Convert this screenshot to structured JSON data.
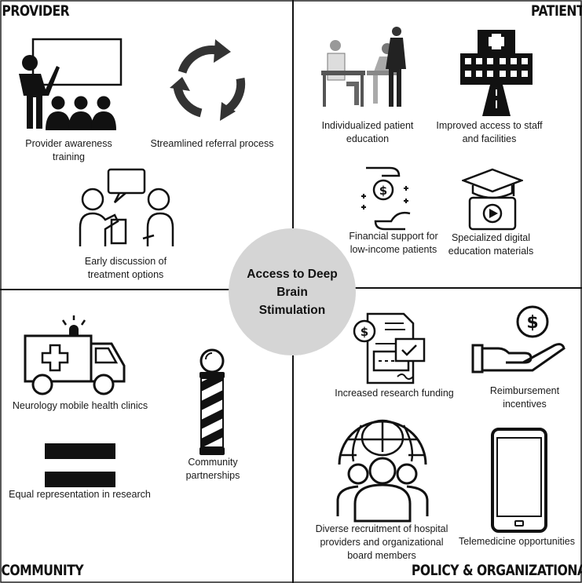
{
  "quadrants": {
    "provider": {
      "title": "PROVIDER",
      "items": [
        "Provider awareness training",
        "Streamlined referral process",
        "Early discussion of treatment options"
      ]
    },
    "patient": {
      "title": "PATIENT",
      "items": [
        "Individualized patient education",
        "Improved access to staff and facilities",
        "Financial support for low-income patients",
        "Specialized digital education materials"
      ]
    },
    "community": {
      "title": "COMMUNITY",
      "items": [
        "Neurology mobile health clinics",
        "Community partnerships",
        "Equal representation in research"
      ]
    },
    "policy": {
      "title": "POLICY & ORGANIZATIONAL",
      "items": [
        "Increased research funding",
        "Reimbursement incentives",
        "Diverse recruitment of hospital providers and organizational board members",
        "Telemedicine opportunities"
      ]
    }
  },
  "center": {
    "label": "Access to Deep Brain Stimulation"
  },
  "icons": {
    "provider": [
      "presenter-classroom-icon",
      "circular-arrows-icon",
      "conversation-icon"
    ],
    "patient": [
      "doctor-patient-icon",
      "hospital-road-icon",
      "money-handshake-icon",
      "graduation-video-icon"
    ],
    "community": [
      "ambulance-icon",
      "barber-pole-icon",
      "equals-icon"
    ],
    "policy": [
      "funding-document-icon",
      "hand-coin-icon",
      "globe-people-icon",
      "smartphone-icon"
    ]
  },
  "colors": {
    "center_fill": "#d5d5d5",
    "lines": "#111111"
  }
}
